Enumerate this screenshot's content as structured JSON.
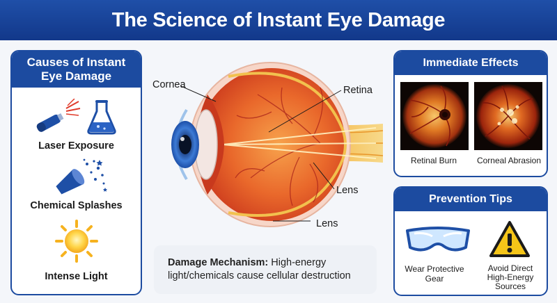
{
  "title": "The Science of Instant Eye Damage",
  "causes": {
    "heading": "Causes of Instant Eye Damage",
    "items": [
      {
        "label": "Laser Exposure",
        "icon": "laser-pointer-icon"
      },
      {
        "label": "Chemical Splashes",
        "icon": "chemical-splash-icon"
      },
      {
        "label": "Intense Light",
        "icon": "sun-icon"
      }
    ]
  },
  "diagram": {
    "labels": {
      "cornea": "Cornea",
      "retina": "Retina",
      "lens_upper": "Lens",
      "lens_lower": "Lens"
    }
  },
  "mechanism": {
    "label": "Damage Mechanism:",
    "text": " High-energy light/chemicals cause cellular destruction"
  },
  "effects": {
    "heading": "Immediate Effects",
    "items": [
      {
        "label": "Retinal Burn"
      },
      {
        "label": "Corneal Abrasion"
      }
    ]
  },
  "prevention": {
    "heading": "Prevention Tips",
    "items": [
      {
        "label": "Wear Protective Gear",
        "icon": "safety-goggles-icon"
      },
      {
        "label": "Avoid Direct High-Energy Sources",
        "icon": "warning-sign-icon"
      }
    ]
  },
  "colors": {
    "brand_blue": "#1c4ba0",
    "eye_red": "#d9431f",
    "nerve_yellow": "#f2c14e",
    "warning_yellow": "#f5c518"
  }
}
